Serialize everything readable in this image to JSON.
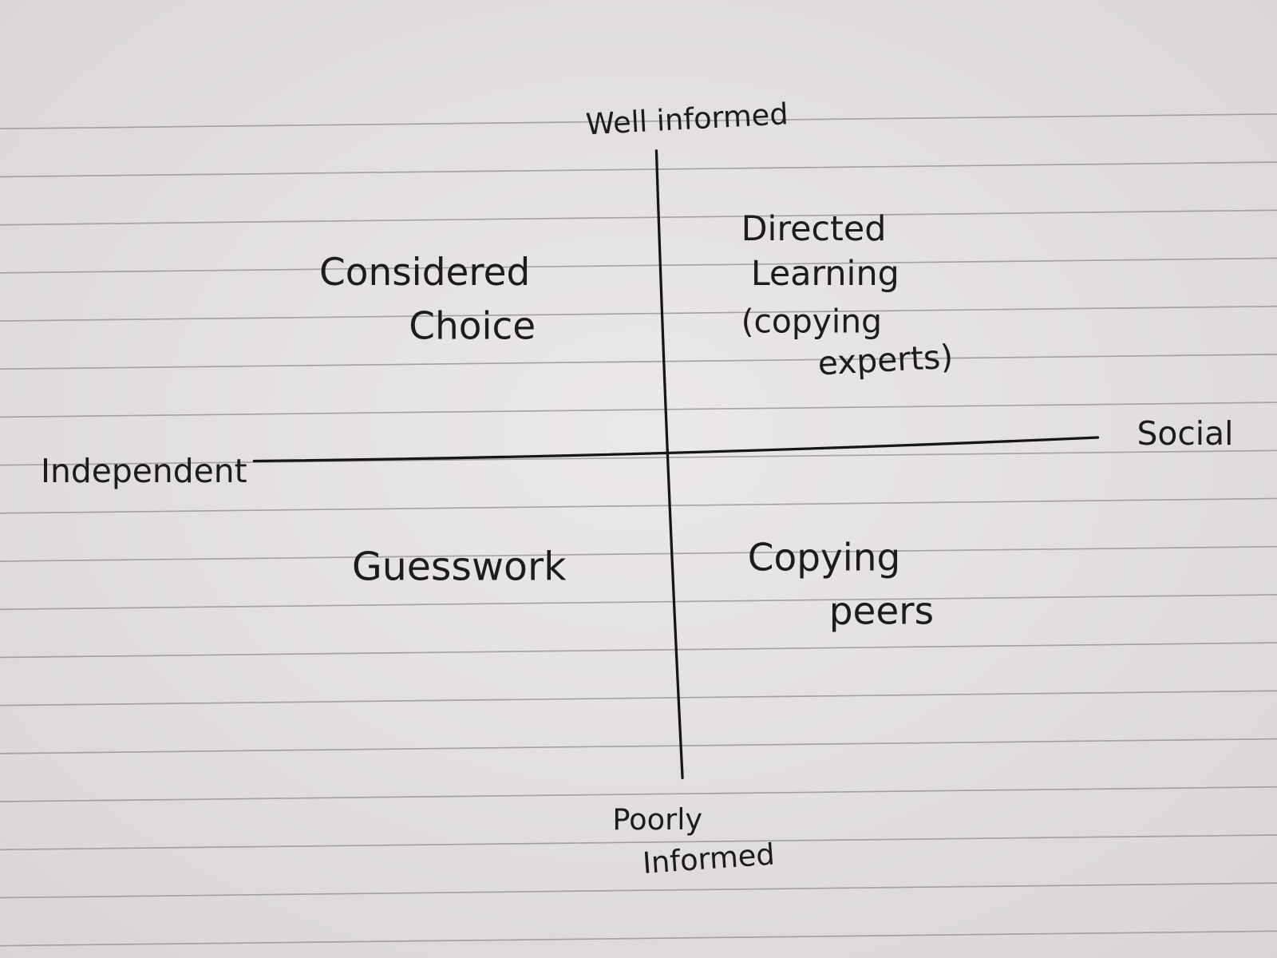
{
  "diagram": {
    "axes": {
      "top": "Well informed",
      "bottom_line1": "Poorly",
      "bottom_line2": "Informed",
      "left": "Independent",
      "right": "Social"
    },
    "quadrants": {
      "top_left": [
        "Considered",
        "Choice"
      ],
      "top_right": [
        "Directed",
        "Learning",
        "(copying",
        "experts)"
      ],
      "bottom_left": [
        "Guesswork"
      ],
      "bottom_right": [
        "Copying",
        "peers"
      ]
    }
  },
  "colors": {
    "paper": "#e6e3e3",
    "ink": "#1c1b1d",
    "rule": "#8f8c93"
  }
}
